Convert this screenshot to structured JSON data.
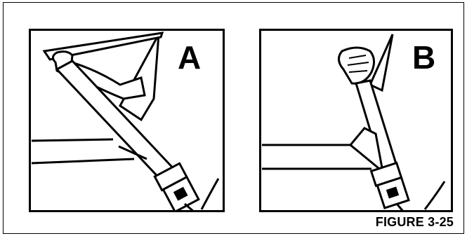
{
  "figure": {
    "panels": [
      {
        "id": "A",
        "letter": "A"
      },
      {
        "id": "B",
        "letter": "B"
      }
    ],
    "caption": "FIGURE 3-25"
  },
  "colors": {
    "ink": "#000000",
    "paper": "#ffffff"
  }
}
